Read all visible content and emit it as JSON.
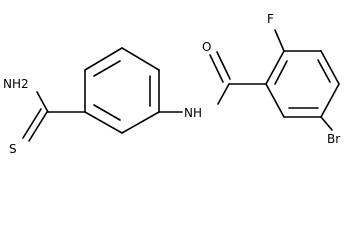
{
  "diagram": {
    "kind": "chemical-structure",
    "background_color": "#ffffff",
    "line_color": "#000000",
    "atom_labels": {
      "amide_nitrogen": "NH",
      "amide_oxygen": "O",
      "fluorine": "F",
      "bromine": "Br",
      "thioamide_amine": "NH2",
      "thioamide_sulfur": "S"
    }
  }
}
